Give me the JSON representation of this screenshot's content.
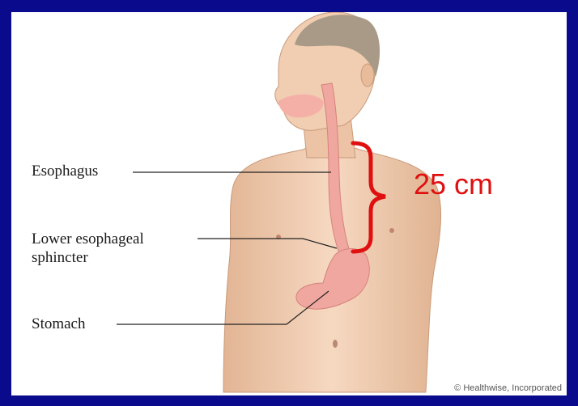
{
  "labels": {
    "esophagus": "Esophagus",
    "lower_sphincter_line1": "Lower esophageal",
    "lower_sphincter_line2": "sphincter",
    "stomach": "Stomach"
  },
  "measurement": {
    "text": "25 cm",
    "color": "#e01010"
  },
  "credit": "© Healthwise, Incorporated",
  "colors": {
    "background": "#0a0a8c",
    "skin": "#eec9ad",
    "esophagus": "#f0a7a0",
    "hair": "#a89a86"
  },
  "illustration": "human-torso-digestive-anatomy"
}
